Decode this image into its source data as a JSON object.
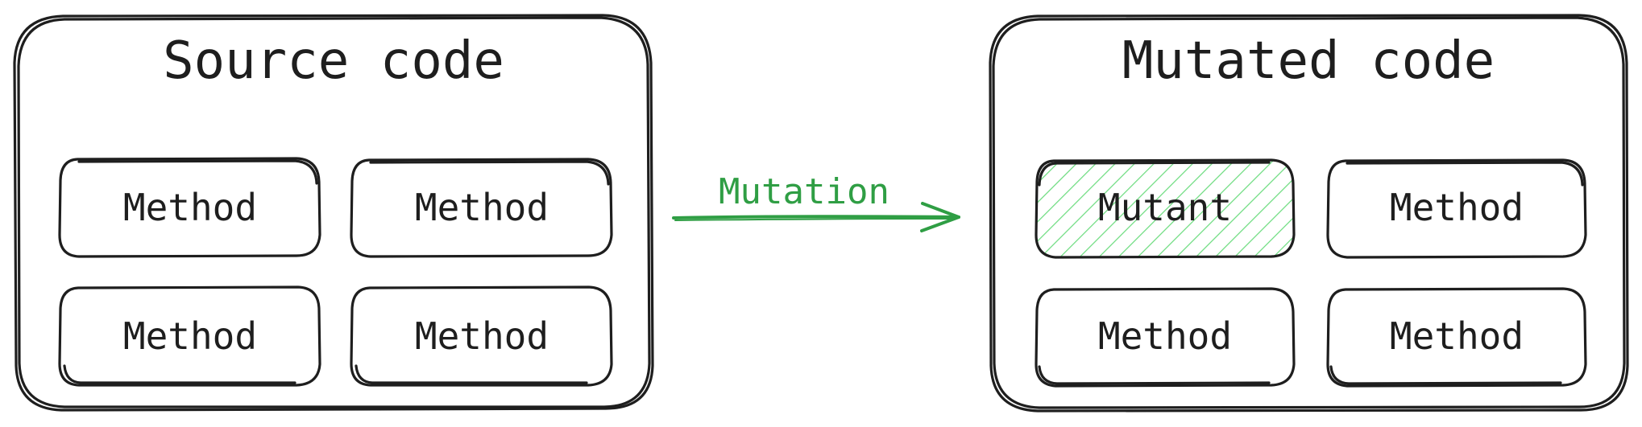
{
  "colors": {
    "ink": "#1e1e1e",
    "accent": "#2f9e44",
    "hatch": "#69db7c"
  },
  "source": {
    "title": "Source code",
    "methods": [
      "Method",
      "Method",
      "Method",
      "Method"
    ]
  },
  "arrow": {
    "label": "Mutation"
  },
  "mutated": {
    "title": "Mutated code",
    "mutant_label": "Mutant",
    "methods": [
      "Method",
      "Method",
      "Method"
    ]
  }
}
